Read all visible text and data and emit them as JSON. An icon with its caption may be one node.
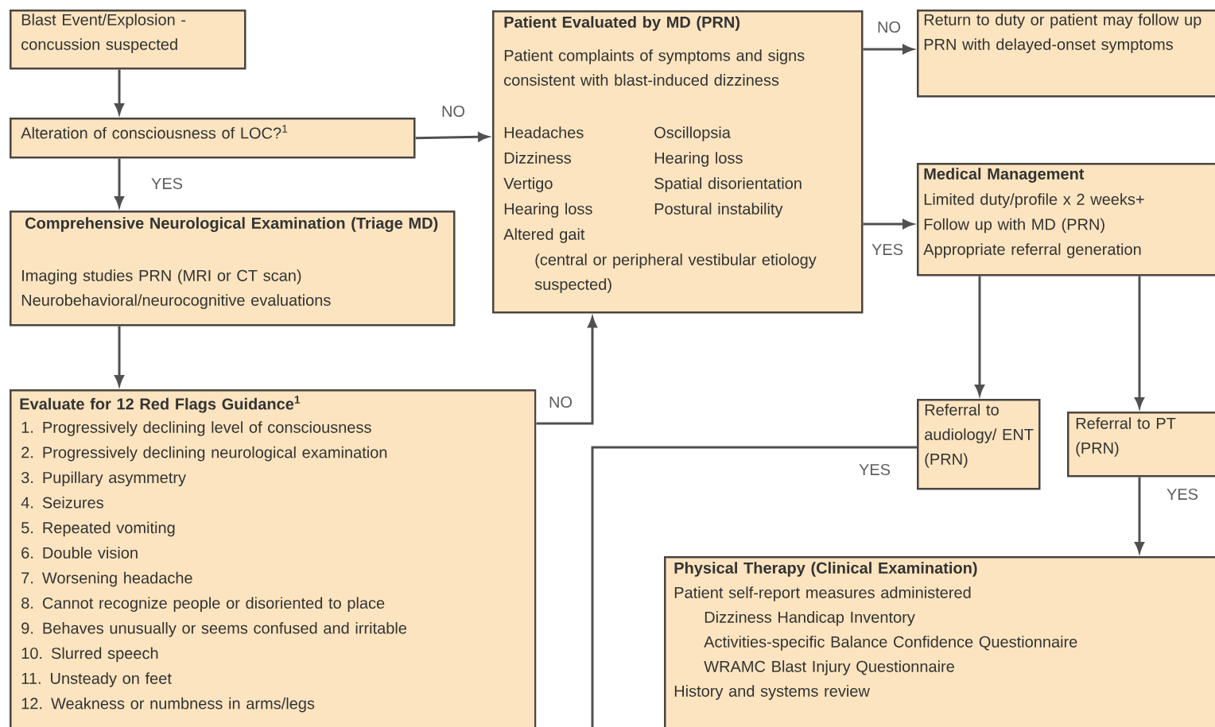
{
  "diagram": {
    "nodes": [
      {
        "text": [
          "Blast Event/Explosion -concussion suspected"
        ]
      },
      {
        "text": [
          "Alteration of consciousness of LOC?$^{1}$"
        ]
      },
      {
        "text": [
          "Patient Evaluated by MD (PRN)",
          "Patient complaints of symptoms and signs consistent with blast-induced dizziness",
          "Headaches",
          "Oscillopsia",
          "Dizziness",
          "Hearing loss",
          "Vertigo",
          "Spatial disorientation",
          "Hearing loss",
          "Postural instability",
          "Altered gait",
          "(central or peripheral vestibular etiology suspected)"
        ]
      },
      {
        "text": [
          "Comprehensive Neurological Examination (Triage MD)",
          "Imaging studies PRN (MRI or CT scan)",
          "Neurobehavioral/neurocognitive evaluations"
        ]
      },
      {
        "text": [
          "Evaluate for 12 Red Flags Guidance$^{1}$",
          "1. Progressively declining level of consciousness",
          "2. Progressively declining neurological examination",
          "3. Pupillary asymmetry",
          "4. Seizures",
          "5. Repeated vomiting",
          "6. Double vision",
          "7. Worsening headache",
          "8. Cannot recognize people or disoriented to place",
          "9. Behaves unusually or seems confused and irritable",
          "10. Slurred speech",
          "11. Unsteady on feet",
          "12. Weakness or numbness in arms/legs"
        ]
      },
      {
        "text": [
          "Return to duty or patient may follow up PRN with delayed-onset symptoms"
        ]
      },
      {
        "text": [
          "Medical Management",
          "Limited duty/profile x 2 weeks+",
          "Follow up with MD (PRN)",
          "Appropriate referral generation"
        ]
      },
      {
        "text": [
          "Referral to audiology/ ENT (PRN)"
        ]
      },
      {
        "text": [
          "Referral to PT (PRN)"
        ]
      },
      {
        "text": [
          "Physical Therapy (Clinical Examination)",
          "Patient self-report measures administered",
          "Dizziness Handicap Inventory",
          "Activities-specific Balance Confidence Questionnaire",
          "WRAMC Blast Injury Questionnaire",
          "History and systems review"
        ]
      }
    ],
    "edges": [
      {
        "from": 0,
        "to": 1,
        "arrow": "to"
      },
      {
        "from": 1,
        "to": 2,
        "arrow": "to",
        "label": "NO"
      },
      {
        "from": 1,
        "to": 3,
        "arrow": "to",
        "label": "YES"
      },
      {
        "from": 3,
        "to": 4,
        "arrow": "to"
      },
      {
        "from": 4,
        "to": 2,
        "arrow": "to",
        "label": "NO"
      },
      {
        "from": 2,
        "to": 5,
        "arrow": "to",
        "label": "NO"
      },
      {
        "from": 2,
        "to": 6,
        "arrow": "to",
        "label": "YES"
      },
      {
        "from": 6,
        "to": 7,
        "arrow": "to"
      },
      {
        "from": 6,
        "to": 8,
        "arrow": "to"
      },
      {
        "from": 8,
        "to": 9,
        "arrow": "to",
        "label": "YES"
      },
      {
        "from": 7,
        "to": null,
        "arrow": "none",
        "label": "YES"
      }
    ]
  }
}
